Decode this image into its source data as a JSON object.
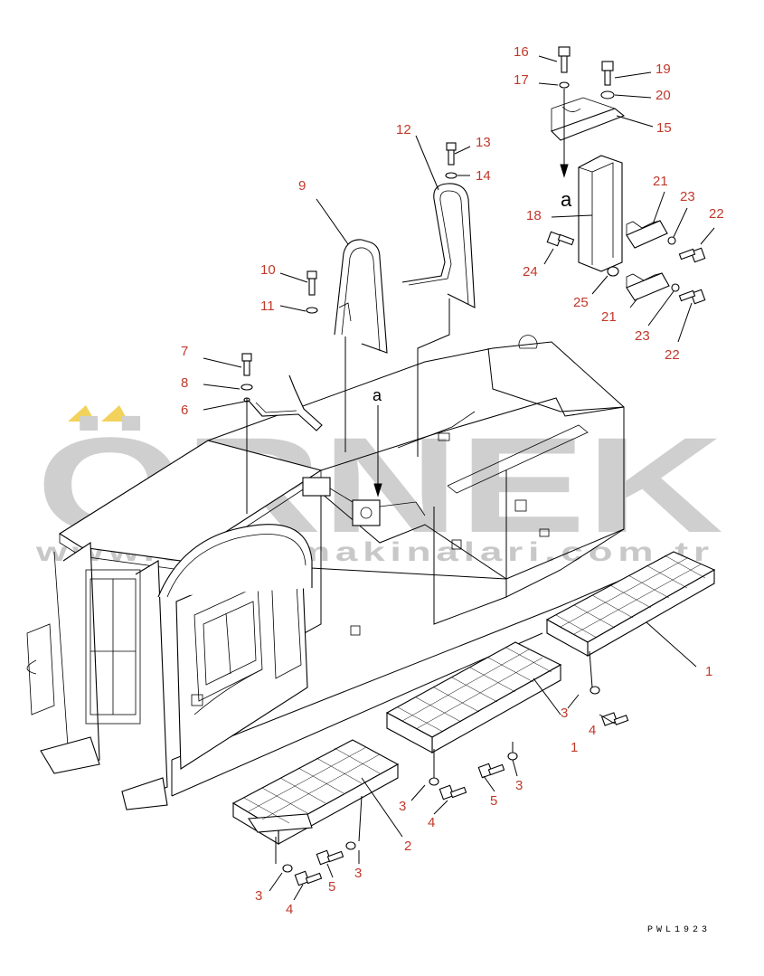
{
  "diagram": {
    "part_numbers": {
      "p1": "1",
      "p2": "2",
      "p3": "3",
      "p4": "4",
      "p5": "5",
      "p6": "6",
      "p7": "7",
      "p8": "8",
      "p9": "9",
      "p10": "10",
      "p11": "11",
      "p12": "12",
      "p13": "13",
      "p14": "14",
      "p15": "15",
      "p16": "16",
      "p17": "17",
      "p18": "18",
      "p19": "19",
      "p20": "20",
      "p21": "21",
      "p22": "22",
      "p23": "23",
      "p24": "24",
      "p25": "25"
    },
    "view_marker": "a",
    "drawing_code": "PWL1923",
    "callout_color": "#c0392b"
  },
  "watermark": {
    "brand": "ÖRNEK",
    "url": "www.ornekmakinalari.com.tr",
    "accent_color": "#f2d25a"
  }
}
